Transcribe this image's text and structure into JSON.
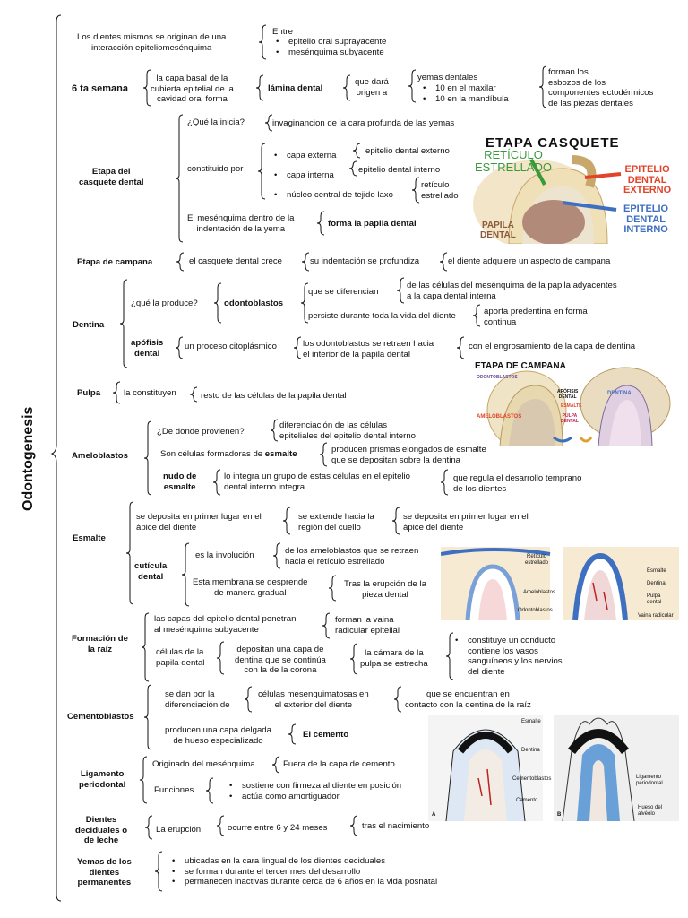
{
  "main_title": "Odontogenesis",
  "origin": {
    "text": "Los dientes mismos se originan de una\ninteracción epiteliomesénquima",
    "entre": "Entre",
    "items": [
      "epitelio oral suprayacente",
      "mesénquima subyacente"
    ]
  },
  "semana": {
    "label": "6 ta semana",
    "basal": "la capa basal de la\ncubierta epitelial de la\ncavidad oral forma",
    "lamina": "lámina dental",
    "dara": "que dará\norigen a",
    "yemas_title": "yemas dentales",
    "yemas_items": [
      "10 en el maxilar",
      "10 en la mandíbula"
    ],
    "forman": "forman los\nesbozos de los\ncomponentes ectodérmicos\nde las piezas dentales"
  },
  "casquete": {
    "label": "Etapa del\ncasquete dental",
    "q_inicia": "¿Qué la inicia?",
    "invag": "invaginancion  de la cara profunda de las yemas",
    "constituido": "constituido por",
    "items": [
      "capa externa",
      "capa interna",
      "núcleo central de tejido laxo"
    ],
    "ext": "epitelio dental externo",
    "int": "epitelio dental interno",
    "ret": "retículo\nestrellado",
    "mesen": "El mesénquima dentro de la\nindentación de la yema",
    "papila": "forma la papila dental"
  },
  "img_casquete": {
    "title": "ETAPA CASQUETE",
    "reticulo": "RETÍCULO\nESTRELLADO",
    "externo": "EPITELIO\nDENTAL\nEXTERNO",
    "interno": "EPITELIO\nDENTAL\nINTERNO",
    "papila": "PAPILA\nDENTAL"
  },
  "campana": {
    "label": "Etapa de campana",
    "a": "el casquete dental crece",
    "b": "su indentación se profundiza",
    "c": "el diente adquiere un aspecto de campana"
  },
  "dentina": {
    "label": "Dentina",
    "q": "¿qué la produce?",
    "odonto": "odontoblastos",
    "dif": "que se diferencian",
    "de_las": "de las células del mesénquima de la papila adyacentes\na la capa dental interna",
    "persiste": "persiste durante toda la vida del diente",
    "aporta": "aporta predentina en forma\ncontinua",
    "apofisis": "apófisis\ndental",
    "proceso": "un proceso citoplásmico",
    "retraen": "los odontoblastos se retraen hacia\nel interior de la papila dental",
    "engros": "con el engrosamiento de la capa de dentina"
  },
  "img_campana": {
    "title": "ETAPA DE CAMPANA",
    "odonto": "ODONTOBLASTOS",
    "apofisis": "APÓFISIS\nDENTAL",
    "dentina": "DENTINA",
    "esmalte": "ESMALTE",
    "pulpa": "PULPA\nDENTAL",
    "amelo": "AMELOBLASTOS"
  },
  "pulpa": {
    "label": "Pulpa",
    "const": "la constituyen",
    "resto": "resto de las células de la papila dental"
  },
  "ameloblastos": {
    "label": "Ameloblastos",
    "q": "¿De donde provienen?",
    "dif": "diferenciación de las células\nepiteliales del epitelio dental interno",
    "formadoras_pre": "Son células formadoras de ",
    "formadoras_b": "esmalte",
    "prismas": "producen prismas elongados de esmalte\nque se depositan sobre la dentina",
    "nudo": "nudo de\nesmalte",
    "integra": "lo integra un grupo de estas células en el epitelio\ndental interno integra",
    "regula": "que regula el desarrollo temprano\nde los dientes"
  },
  "esmalte": {
    "label": "Esmalte",
    "deposita": "se deposita en primer lugar en el\nápice del diente",
    "extiende": "se extiende hacia la\nregión del cuello",
    "deposita2": "se deposita en primer lugar en el\nápice del diente",
    "cuticula": "cutícula\ndental",
    "involucion": "es la involución",
    "de_los": "de los ameloblastos que se retraen\nhacia el retículo estrellado",
    "membrana": "Esta membrana se desprende\nde manera gradual",
    "erupcion": "Tras la erupción de la\npieza dental"
  },
  "img_esmalte": {
    "reticulo": "Retículo\nestrellado",
    "amelo": "Ameloblastos",
    "odonto": "Odontoblastos",
    "esmalte": "Esmalte",
    "dentina": "Dentina",
    "pulpa": "Pulpa\ndental",
    "vaina": "Vaina radicular"
  },
  "raiz": {
    "label": "Formación de\nla raíz",
    "capas": "las capas del epitelio dental penetran\nal mesénquima subyacente",
    "vaina": "forman la vaina\nradicular epitelial",
    "celulas": "células de la\npapila dental",
    "depositan": "depositan una capa de\ndentina que se continúa\ncon la de la corona",
    "camara": "la cámara de la\npulpa se estrecha",
    "items": [
      "constituye un conducto\ncontiene los vasos\nsanguíneos y los nervios\ndel diente"
    ]
  },
  "cemento": {
    "label": "Cementoblastos",
    "dan": "se dan por la\ndiferenciación de",
    "celulas": "células mesenquimatosas en\nel exterior del diente",
    "encuentran": "que se encuentran en\ncontacto con la dentina de la raíz",
    "producen": "producen una capa delgada\nde hueso especializado",
    "cemento": "El cemento"
  },
  "img_diente": {
    "esmalte": "Esmalte",
    "dentina": "Dentina",
    "cemento_b": "Cementoblastos",
    "cemento": "Cemento",
    "ligamento": "Ligamento\nperiodontal",
    "hueso": "Hueso del\nalvéolo",
    "a": "A",
    "b": "B"
  },
  "ligamento": {
    "label": "Ligamento\nperiodontal",
    "orig": "Originado del mesénquima",
    "fuera": "Fuera de la capa de cemento",
    "funciones": "Funciones",
    "items": [
      "sostiene con firmeza al diente en posición",
      "actúa como amortiguador"
    ]
  },
  "deciduales": {
    "label": "Dientes\ndeciduales o\nde leche",
    "erup": "La erupción",
    "ocurre": "ocurre entre 6 y 24 meses",
    "tras": "tras el nacimiento"
  },
  "permanentes": {
    "label": "Yemas de los\ndientes\npermanentes",
    "items": [
      "ubicadas en la cara lingual de los dientes deciduales",
      "se forman durante el tercer mes del desarrollo",
      "permanecen inactivas durante cerca de 6 años en la vida posnatal"
    ]
  },
  "colors": {
    "green": "#3a9a3a",
    "red": "#e0452a",
    "blue": "#3f6fc0",
    "brown": "#8a5a3a"
  }
}
